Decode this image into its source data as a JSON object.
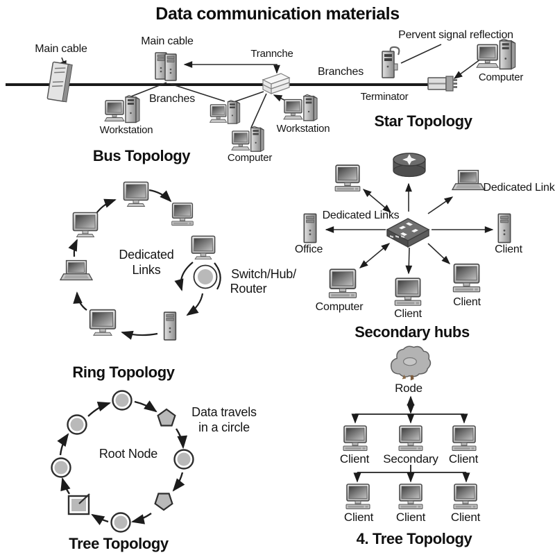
{
  "title": "Data communication materials",
  "bus_topology": {
    "heading": "Bus Topology",
    "labels": {
      "main_cable_left": "Main cable",
      "main_cable_top": "Main cable",
      "trannche": "Trannche",
      "branches_left": "Branches",
      "branches_right": "Branches",
      "workstation_left": "Workstation",
      "workstation_right": "Workstation",
      "computer_mid": "Computer",
      "terminator": "Terminator",
      "prevent_signal": "Pervent signal reflection",
      "computer_right": "Computer"
    }
  },
  "star_topology": {
    "heading": "Star Topology",
    "subheading": "Secondary hubs",
    "labels": {
      "dedicated_links": "Dedicated Links",
      "dedicated_link": "Dedicated Link",
      "office": "Office",
      "client_right": "Client",
      "computer": "Computer",
      "client_bottom": "Client",
      "client_bottom_right": "Client"
    }
  },
  "ring_topology": {
    "heading": "Ring Topology",
    "labels": {
      "dedicated_line1": "Dedicated",
      "dedicated_line2": "Links",
      "switch_line1": "Switch/Hub/",
      "switch_line2": "Router"
    }
  },
  "circle_diagram": {
    "heading": "Tree Topology",
    "labels": {
      "root_node": "Root Node",
      "data_travels_line1": "Data travels",
      "data_travels_line2": "in a circle"
    }
  },
  "tree_topology": {
    "heading": "4. Tree Topology",
    "labels": {
      "root": "Rode",
      "row1": [
        "Client",
        "Secondary",
        "Client"
      ],
      "row2": [
        "Client",
        "Client",
        "Client"
      ]
    }
  },
  "colors": {
    "background": "#ffffff",
    "line": "#1c1c1c",
    "text": "#141414",
    "device_gray": "#b9b9b9"
  }
}
